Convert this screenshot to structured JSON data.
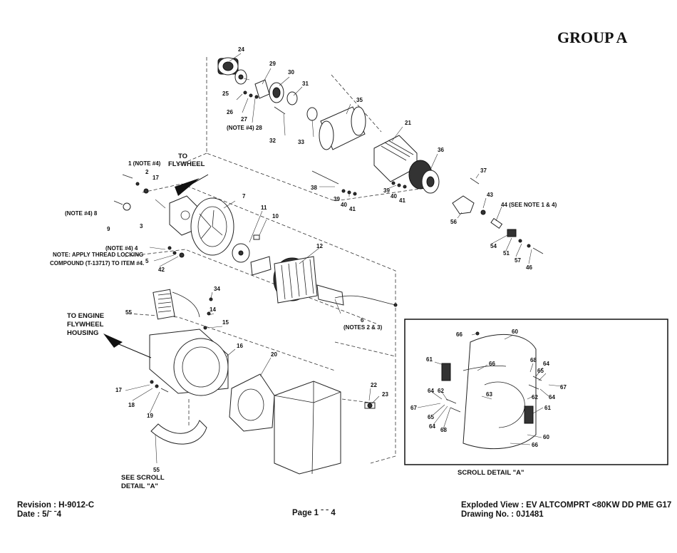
{
  "header": {
    "group_title": "GROUP A"
  },
  "footer": {
    "revision": "Revision : H-9012-C",
    "date": "Date : 5/ˉ ˉ4",
    "page": "Page 1 ˉ ˉ 4",
    "exploded_view": "Exploded View : EV ALTCOMPRT <80KW DD PME G17",
    "drawing_no": "Drawing No. : 0J1481"
  },
  "callouts": {
    "c24": "24",
    "c29": "29",
    "c30": "30",
    "c31": "31",
    "c25": "25",
    "c26": "26",
    "c27": "27",
    "c28": "(NOTE #4) 28",
    "c35": "35",
    "c32": "32",
    "c33": "33",
    "c21": "21",
    "c36": "36",
    "c37": "37",
    "c38": "38",
    "c39a": "39",
    "c40a": "40",
    "c41a": "41",
    "c39b": "39",
    "c40b": "40",
    "c41b": "41",
    "c43": "43",
    "c44": "44 (SEE NOTE 1 & 4)",
    "c56": "56",
    "c54": "54",
    "c51": "51",
    "c57": "57",
    "c46": "46",
    "c1": "1 (NOTE #4)",
    "c2": "2",
    "c17a": "17",
    "c8": "(NOTE #4) 8",
    "c9": "9",
    "c3": "3",
    "c7": "7",
    "c11": "11",
    "c10": "10",
    "c12": "12",
    "c4": "(NOTE #4) 4",
    "c5": "5",
    "c42": "42",
    "c6": "6",
    "c6note": "(NOTES 2 & 3)",
    "c34": "34",
    "c14": "14",
    "c15": "15",
    "c55a": "55",
    "c16": "16",
    "c20": "20",
    "c17b": "17",
    "c18": "18",
    "c19": "19",
    "c22": "22",
    "c23": "23",
    "c55b": "55"
  },
  "notes": {
    "to_flywheel_1": "TO",
    "to_flywheel_2": "FLYWHEEL",
    "thread_note_1": "NOTE: APPLY THREAD LOCKING",
    "thread_note_2": "COMPOUND (T-13717) TO ITEM #4.",
    "to_engine_1": "TO ENGINE",
    "to_engine_2": "FLYWHEEL",
    "to_engine_3": "HOUSING",
    "see_scroll_1": "SEE SCROLL",
    "see_scroll_2": "DETAIL \"A\""
  },
  "scroll_detail": {
    "caption": "SCROLL DETAIL \"A\"",
    "labels": {
      "s66a": "66",
      "s60a": "60",
      "s61a": "61",
      "s66b": "66",
      "s68a": "68",
      "s64a": "64",
      "s65a": "65",
      "s67a": "67",
      "s64b": "64",
      "s62a": "62",
      "s63": "63",
      "s62b": "62",
      "s64c": "64",
      "s67b": "67",
      "s65b": "65",
      "s64d": "64",
      "s68b": "68",
      "s61b": "61",
      "s60b": "60",
      "s66c": "66"
    }
  }
}
